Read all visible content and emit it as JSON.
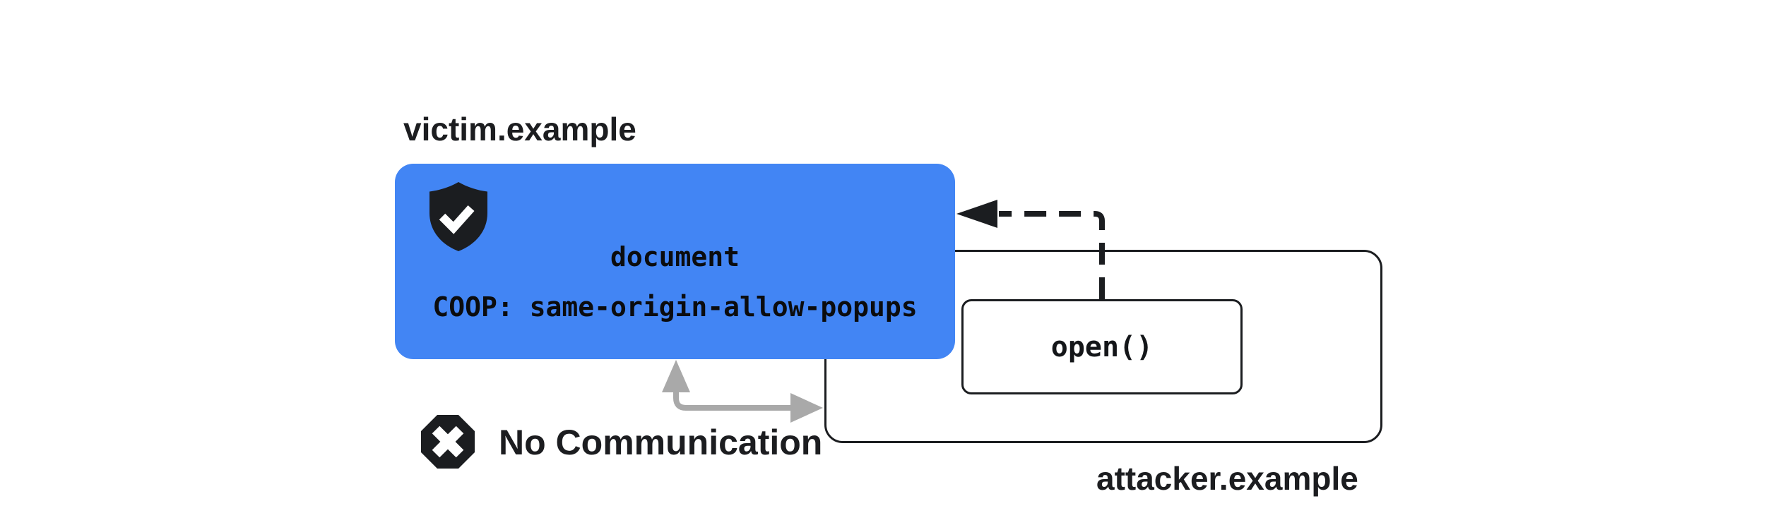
{
  "diagram": {
    "victim": {
      "domain_label": "victim.example",
      "document_label": "document",
      "coop_label": "COOP: same-origin-allow-popups"
    },
    "attacker": {
      "domain_label": "attacker.example",
      "open_label": "open()"
    },
    "no_communication_label": "No Communication",
    "icons": {
      "shield_check": "shield-check-icon",
      "blocked_x": "blocked-x-icon",
      "popup_open_arrow": "dashed-left-arrow-icon",
      "no_communication_arrows": "gray-elbow-arrow-icon"
    },
    "colors": {
      "victim_box_fill": "#4285F4",
      "outline_black": "#1b1d20",
      "arrow_gray": "#a9a9a9",
      "background": "#ffffff"
    }
  }
}
